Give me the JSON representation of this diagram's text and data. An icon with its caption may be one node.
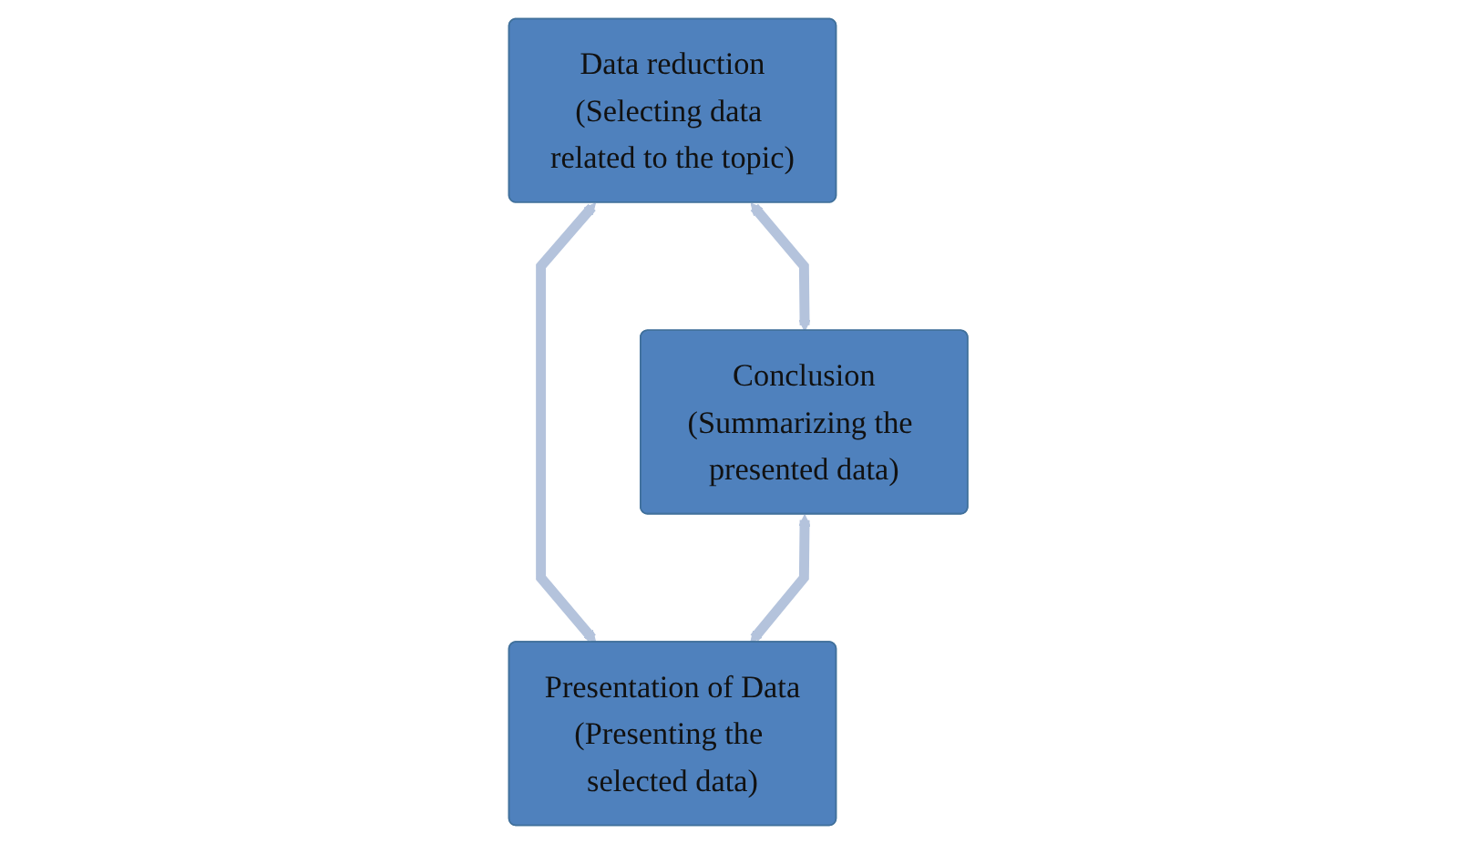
{
  "diagram": {
    "nodes": [
      {
        "text": [
          "Data reduction",
          "(Selecting data related to the topic)"
        ]
      },
      {
        "text": [
          "Conclusion",
          "(Summarizing the presented data)"
        ]
      },
      {
        "text": [
          "Presentation of Data",
          "(Presenting the selected data)"
        ]
      }
    ],
    "edges": [
      {
        "from": 0,
        "to": 1,
        "arrow": "both"
      },
      {
        "from": 0,
        "to": 2,
        "arrow": "both"
      },
      {
        "from": 1,
        "to": 2,
        "arrow": "both"
      }
    ]
  }
}
